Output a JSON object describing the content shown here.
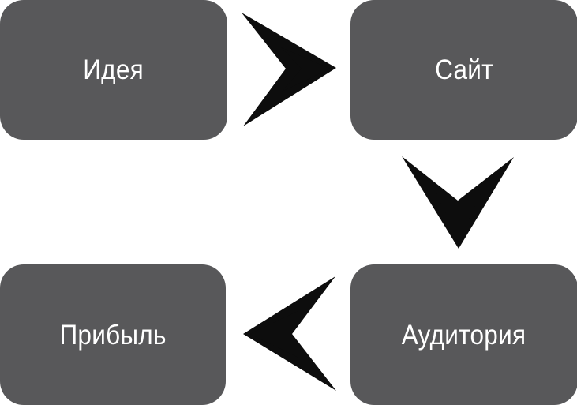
{
  "diagram": {
    "title": "",
    "type": "cycle-flow",
    "background_color": "#ffffff",
    "node_color": "#58585a",
    "node_text_color": "#ffffff",
    "arrow_color": "#0d0d0d",
    "nodes": [
      {
        "id": "idea",
        "label": "Идея",
        "position": "top-left"
      },
      {
        "id": "site",
        "label": "Сайт",
        "position": "top-right"
      },
      {
        "id": "audience",
        "label": "Аудитория",
        "position": "bottom-right"
      },
      {
        "id": "profit",
        "label": "Прибыль",
        "position": "bottom-left"
      }
    ],
    "arrows": [
      {
        "id": "idea-to-site",
        "icon": "double-chevron-right-icon",
        "from": "idea",
        "to": "site",
        "direction": "right"
      },
      {
        "id": "site-to-audience",
        "icon": "double-chevron-down-icon",
        "from": "site",
        "to": "audience",
        "direction": "down"
      },
      {
        "id": "audience-to-profit",
        "icon": "double-chevron-left-icon",
        "from": "audience",
        "to": "profit",
        "direction": "left"
      }
    ]
  }
}
